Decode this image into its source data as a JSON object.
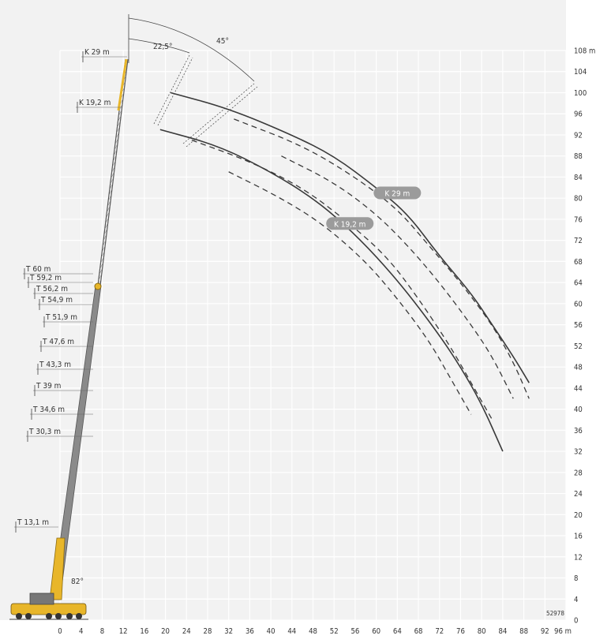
{
  "chart_data": {
    "type": "working-range-diagram",
    "x_axis": {
      "range": [
        0,
        96
      ],
      "unit": "m",
      "ticks": [
        0,
        4,
        8,
        12,
        16,
        20,
        24,
        28,
        32,
        36,
        40,
        44,
        48,
        52,
        56,
        60,
        64,
        68,
        72,
        76,
        80,
        84,
        88,
        92,
        96
      ],
      "end_label": "96 m"
    },
    "y_axis": {
      "range": [
        0,
        108
      ],
      "unit": "m",
      "ticks": [
        0,
        4,
        8,
        12,
        16,
        20,
        24,
        28,
        32,
        36,
        40,
        44,
        48,
        52,
        56,
        60,
        64,
        68,
        72,
        76,
        80,
        84,
        88,
        92,
        96,
        100,
        104,
        108
      ],
      "end_label": "108 m"
    },
    "grid": true,
    "telescopic_boom_labels": [
      "T 60 m",
      "T 59,2 m",
      "T 56,2 m",
      "T 54,9 m",
      "T 51,9 m",
      "T 47,6 m",
      "T 43,3 m",
      "T 39 m",
      "T 34,6 m",
      "T 30,3 m",
      "T 13,1 m"
    ],
    "jib_labels": [
      "K 29 m",
      "K 19,2 m"
    ],
    "angle_labels": [
      "22,5°",
      "45°",
      "82°"
    ],
    "curve_labels": [
      "K 29 m",
      "K 19,2 m"
    ],
    "drawing_id": "52978",
    "envelopes": [
      {
        "name": "K 29 m",
        "solid": [
          [
            21,
            100
          ],
          [
            32,
            97
          ],
          [
            44,
            92
          ],
          [
            52,
            88
          ],
          [
            60,
            82
          ],
          [
            66,
            77
          ],
          [
            72,
            69
          ],
          [
            78,
            62
          ],
          [
            82,
            56
          ],
          [
            86,
            50
          ],
          [
            89,
            45
          ]
        ],
        "dashed": [
          [
            [
              33,
              95
            ],
            [
              46,
              90
            ],
            [
              56,
              84
            ],
            [
              64,
              78
            ],
            [
              70,
              71
            ],
            [
              76,
              64
            ],
            [
              82,
              56
            ],
            [
              86,
              49
            ],
            [
              89,
              42
            ]
          ],
          [
            [
              42,
              88
            ],
            [
              52,
              83
            ],
            [
              60,
              77
            ],
            [
              66,
              71
            ],
            [
              72,
              64
            ],
            [
              78,
              56
            ],
            [
              82,
              50
            ],
            [
              86,
              42
            ]
          ]
        ]
      },
      {
        "name": "K 19,2 m",
        "solid": [
          [
            19,
            93
          ],
          [
            30,
            90
          ],
          [
            40,
            85
          ],
          [
            48,
            80
          ],
          [
            54,
            75
          ],
          [
            60,
            69
          ],
          [
            66,
            62
          ],
          [
            72,
            54
          ],
          [
            76,
            48
          ],
          [
            80,
            41
          ],
          [
            84,
            32
          ]
        ],
        "dashed": [
          [
            [
              25,
              91
            ],
            [
              36,
              87
            ],
            [
              46,
              82
            ],
            [
              54,
              76
            ],
            [
              62,
              69
            ],
            [
              68,
              61
            ],
            [
              74,
              52
            ],
            [
              78,
              45
            ],
            [
              82,
              38
            ]
          ],
          [
            [
              32,
              85
            ],
            [
              42,
              80
            ],
            [
              50,
              75
            ],
            [
              58,
              68
            ],
            [
              64,
              61
            ],
            [
              70,
              53
            ],
            [
              74,
              46
            ],
            [
              78,
              39
            ]
          ]
        ]
      }
    ]
  }
}
